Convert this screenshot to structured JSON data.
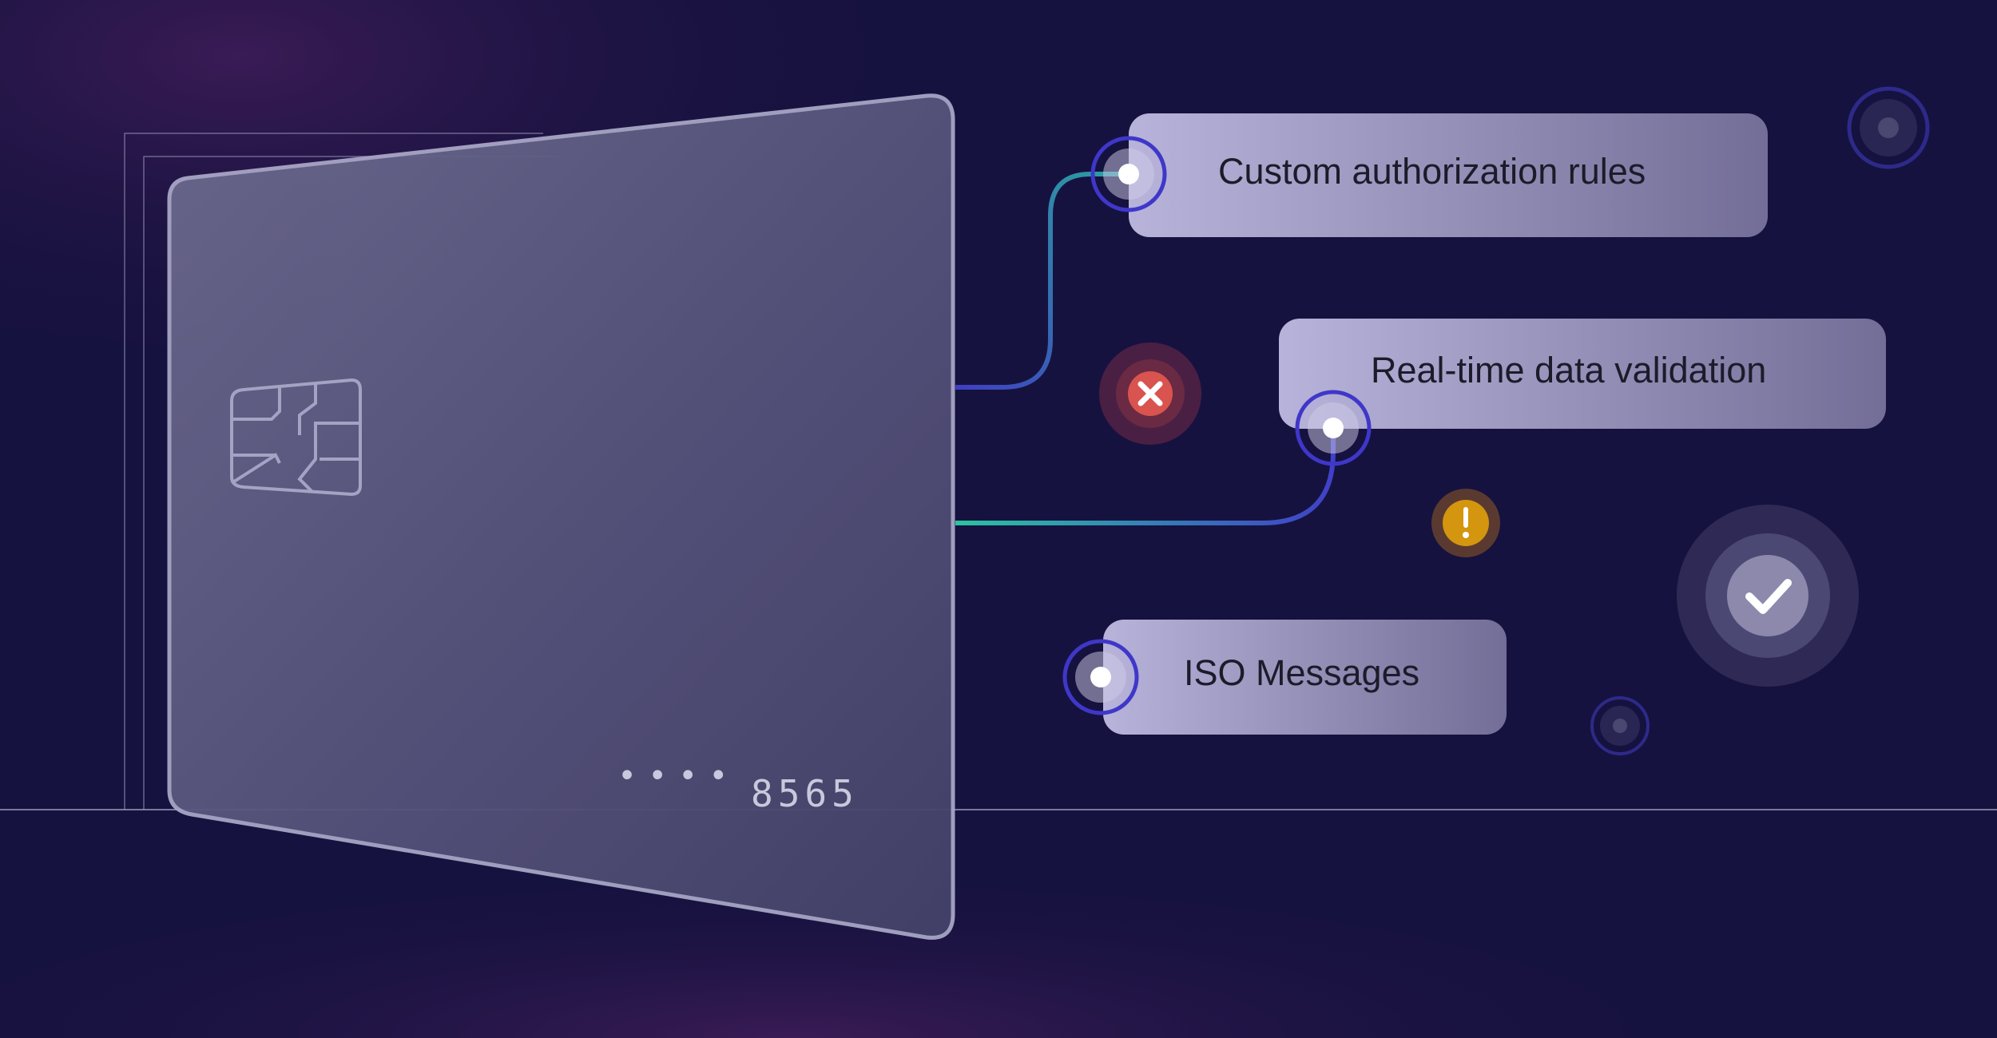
{
  "card": {
    "masked_dots": "••••",
    "last_digits": "8565"
  },
  "features": [
    {
      "label": "Custom authorization rules"
    },
    {
      "label": "Real-time data validation"
    },
    {
      "label": "ISO Messages"
    }
  ],
  "status_icons": [
    "error-x-icon",
    "warning-exclamation-icon",
    "success-check-icon"
  ],
  "colors": {
    "background": "#16123f",
    "accent_purple": "#3f37c9",
    "line_teal": "#2bb59a",
    "error": "#d9534f",
    "warning": "#d4950f"
  }
}
